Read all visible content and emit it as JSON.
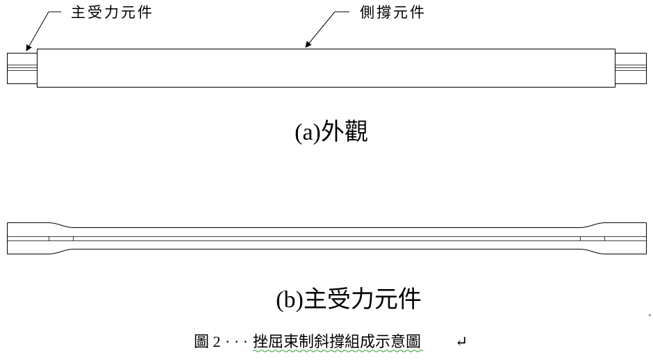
{
  "labels": {
    "main_member": "主受力元件",
    "side_support": "側撐元件"
  },
  "captions": {
    "a": "(a)外觀",
    "b": "(b)主受力元件"
  },
  "figure_caption": {
    "prefix": "圖 2",
    "dots": "· · ·",
    "title": "挫屈束制斜撐組成示意圖",
    "mark": "↵"
  },
  "colors": {
    "line": "#000000",
    "spell_underline": "#2e9e2e",
    "background": "#ffffff"
  }
}
